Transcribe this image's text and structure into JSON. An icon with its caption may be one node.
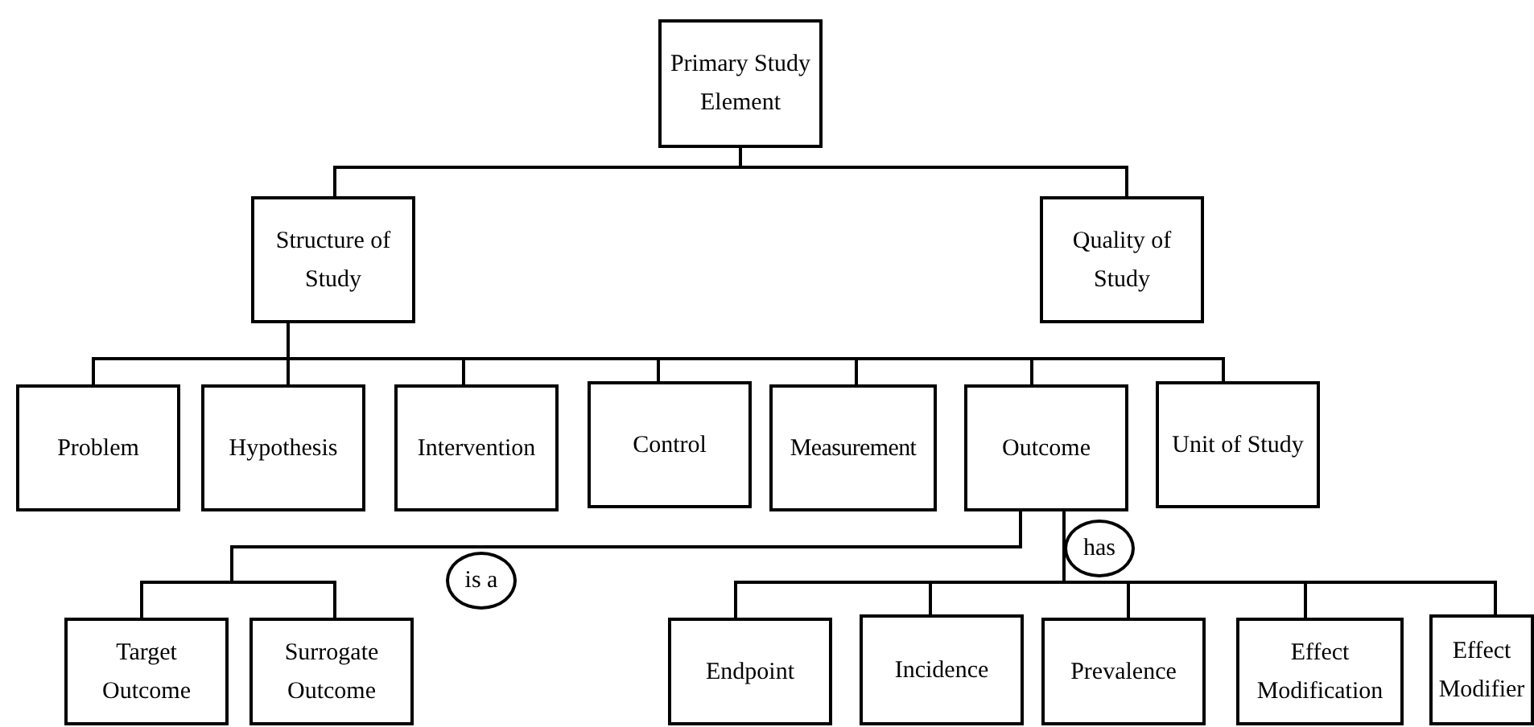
{
  "diagram": {
    "nodes": [
      {
        "text": [
          "Primary Study Element"
        ]
      },
      {
        "text": [
          "Structure of Study"
        ]
      },
      {
        "text": [
          "Quality of Study"
        ]
      },
      {
        "text": [
          "Problem"
        ]
      },
      {
        "text": [
          "Hypothesis"
        ]
      },
      {
        "text": [
          "Intervention"
        ]
      },
      {
        "text": [
          "Control"
        ]
      },
      {
        "text": [
          "Measurement"
        ]
      },
      {
        "text": [
          "Outcome"
        ]
      },
      {
        "text": [
          "Unit of Study"
        ]
      },
      {
        "text": [
          "is a"
        ]
      },
      {
        "text": [
          "has"
        ]
      },
      {
        "text": [
          "Target Outcome"
        ]
      },
      {
        "text": [
          "Surrogate Outcome"
        ]
      },
      {
        "text": [
          "Endpoint"
        ]
      },
      {
        "text": [
          "Incidence"
        ]
      },
      {
        "text": [
          "Prevalence"
        ]
      },
      {
        "text": [
          "Effect Modification"
        ]
      },
      {
        "text": [
          "Effect Modifier"
        ]
      }
    ],
    "edges": [
      {
        "from": 0,
        "to": 1,
        "arrow": "none"
      },
      {
        "from": 0,
        "to": 2,
        "arrow": "none"
      },
      {
        "from": 1,
        "to": 3,
        "arrow": "none"
      },
      {
        "from": 1,
        "to": 4,
        "arrow": "none"
      },
      {
        "from": 1,
        "to": 5,
        "arrow": "none"
      },
      {
        "from": 1,
        "to": 6,
        "arrow": "none"
      },
      {
        "from": 1,
        "to": 7,
        "arrow": "none"
      },
      {
        "from": 1,
        "to": 8,
        "arrow": "none"
      },
      {
        "from": 1,
        "to": 9,
        "arrow": "none"
      },
      {
        "from": 8,
        "to": 12,
        "arrow": "none"
      },
      {
        "from": 8,
        "to": 13,
        "arrow": "none"
      },
      {
        "from": 8,
        "to": 14,
        "arrow": "none"
      },
      {
        "from": 8,
        "to": 15,
        "arrow": "none"
      },
      {
        "from": 8,
        "to": 16,
        "arrow": "none"
      },
      {
        "from": 8,
        "to": 17,
        "arrow": "none"
      },
      {
        "from": 8,
        "to": 18,
        "arrow": "none"
      }
    ]
  }
}
